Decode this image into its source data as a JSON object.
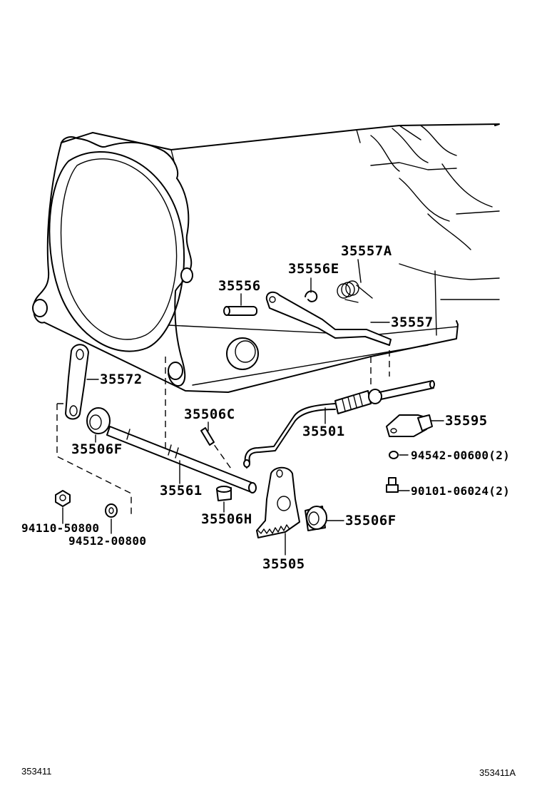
{
  "parts": {
    "p35557A": "35557A",
    "p35556E": "35556E",
    "p35556": "35556",
    "p35557": "35557",
    "p35572": "35572",
    "p35506C": "35506C",
    "p35501": "35501",
    "p35595": "35595",
    "p94542": "94542-00600(2)",
    "p90101": "90101-06024(2)",
    "p35506F_left": "35506F",
    "p35561": "35561",
    "p35506H": "35506H",
    "p35506F_right": "35506F",
    "p94110": "94110-50800",
    "p94512": "94512-00800",
    "p35505": "35505"
  },
  "footer": {
    "left_code": "353411",
    "right_code": "353411A"
  }
}
